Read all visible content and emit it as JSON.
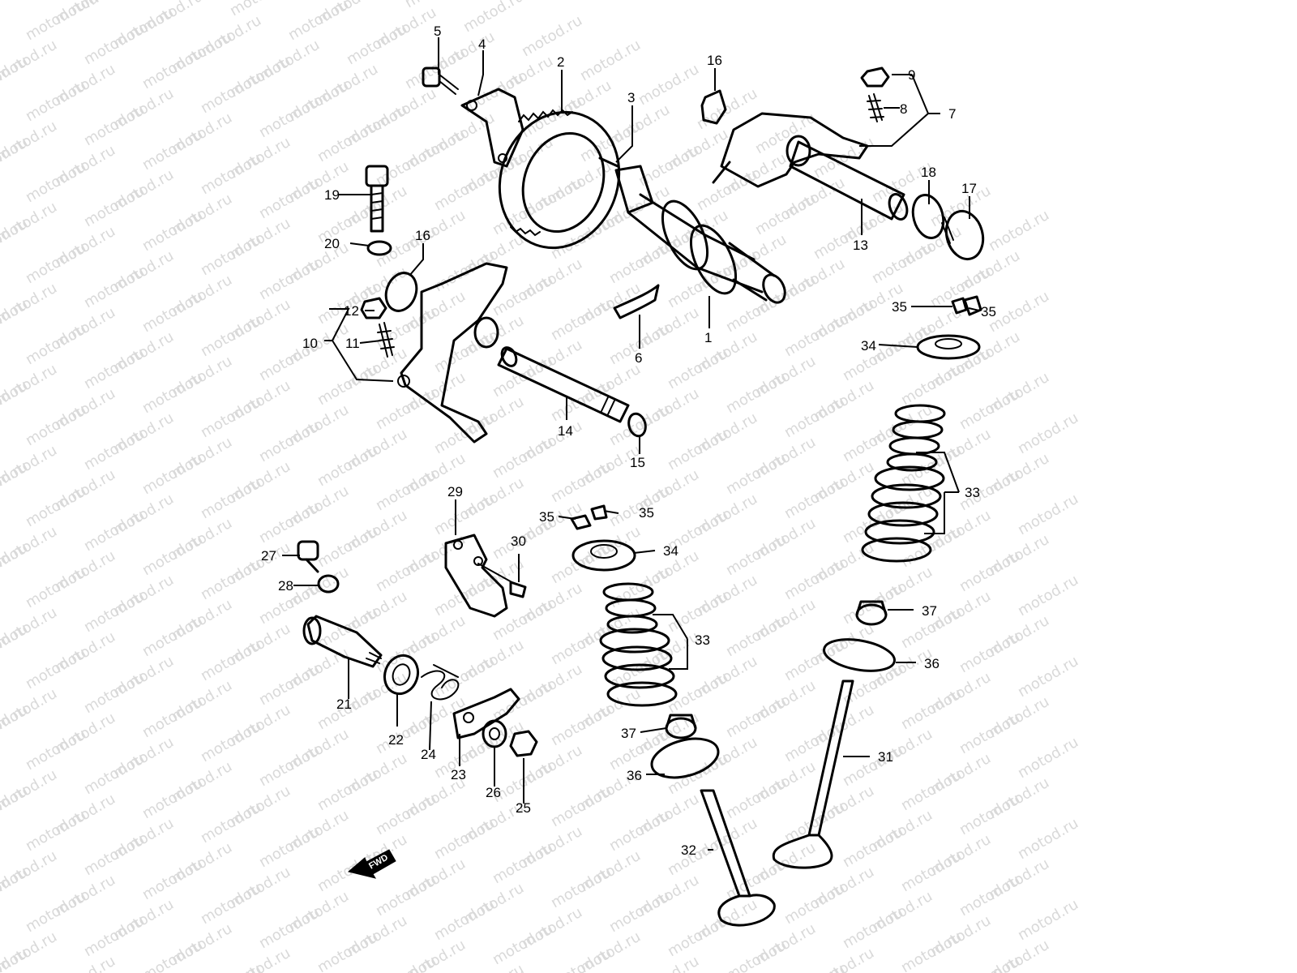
{
  "watermark": "motod.ru",
  "fwd_label": "FWD",
  "callouts": [
    {
      "id": "c5",
      "text": "5"
    },
    {
      "id": "c4",
      "text": "4"
    },
    {
      "id": "c2",
      "text": "2"
    },
    {
      "id": "c3",
      "text": "3"
    },
    {
      "id": "c16a",
      "text": "16"
    },
    {
      "id": "c9",
      "text": "9"
    },
    {
      "id": "c8",
      "text": "8"
    },
    {
      "id": "c7",
      "text": "7"
    },
    {
      "id": "c19",
      "text": "19"
    },
    {
      "id": "c20",
      "text": "20"
    },
    {
      "id": "c16b",
      "text": "16"
    },
    {
      "id": "c18",
      "text": "18"
    },
    {
      "id": "c17",
      "text": "17"
    },
    {
      "id": "c13",
      "text": "13"
    },
    {
      "id": "c12",
      "text": "12"
    },
    {
      "id": "c10",
      "text": "10"
    },
    {
      "id": "c11",
      "text": "11"
    },
    {
      "id": "c6",
      "text": "6"
    },
    {
      "id": "c1",
      "text": "1"
    },
    {
      "id": "c35a",
      "text": "35"
    },
    {
      "id": "c35b",
      "text": "35"
    },
    {
      "id": "c34a",
      "text": "34"
    },
    {
      "id": "c14",
      "text": "14"
    },
    {
      "id": "c15",
      "text": "15"
    },
    {
      "id": "c33a",
      "text": "33"
    },
    {
      "id": "c29",
      "text": "29"
    },
    {
      "id": "c35c",
      "text": "35"
    },
    {
      "id": "c35d",
      "text": "35"
    },
    {
      "id": "c30",
      "text": "30"
    },
    {
      "id": "c27",
      "text": "27"
    },
    {
      "id": "c34b",
      "text": "34"
    },
    {
      "id": "c28",
      "text": "28"
    },
    {
      "id": "c37a",
      "text": "37"
    },
    {
      "id": "c33b",
      "text": "33"
    },
    {
      "id": "c36a",
      "text": "36"
    },
    {
      "id": "c21",
      "text": "21"
    },
    {
      "id": "c22",
      "text": "22"
    },
    {
      "id": "c24",
      "text": "24"
    },
    {
      "id": "c23",
      "text": "23"
    },
    {
      "id": "c26",
      "text": "26"
    },
    {
      "id": "c25",
      "text": "25"
    },
    {
      "id": "c37b",
      "text": "37"
    },
    {
      "id": "c31",
      "text": "31"
    },
    {
      "id": "c36b",
      "text": "36"
    },
    {
      "id": "c32",
      "text": "32"
    }
  ]
}
